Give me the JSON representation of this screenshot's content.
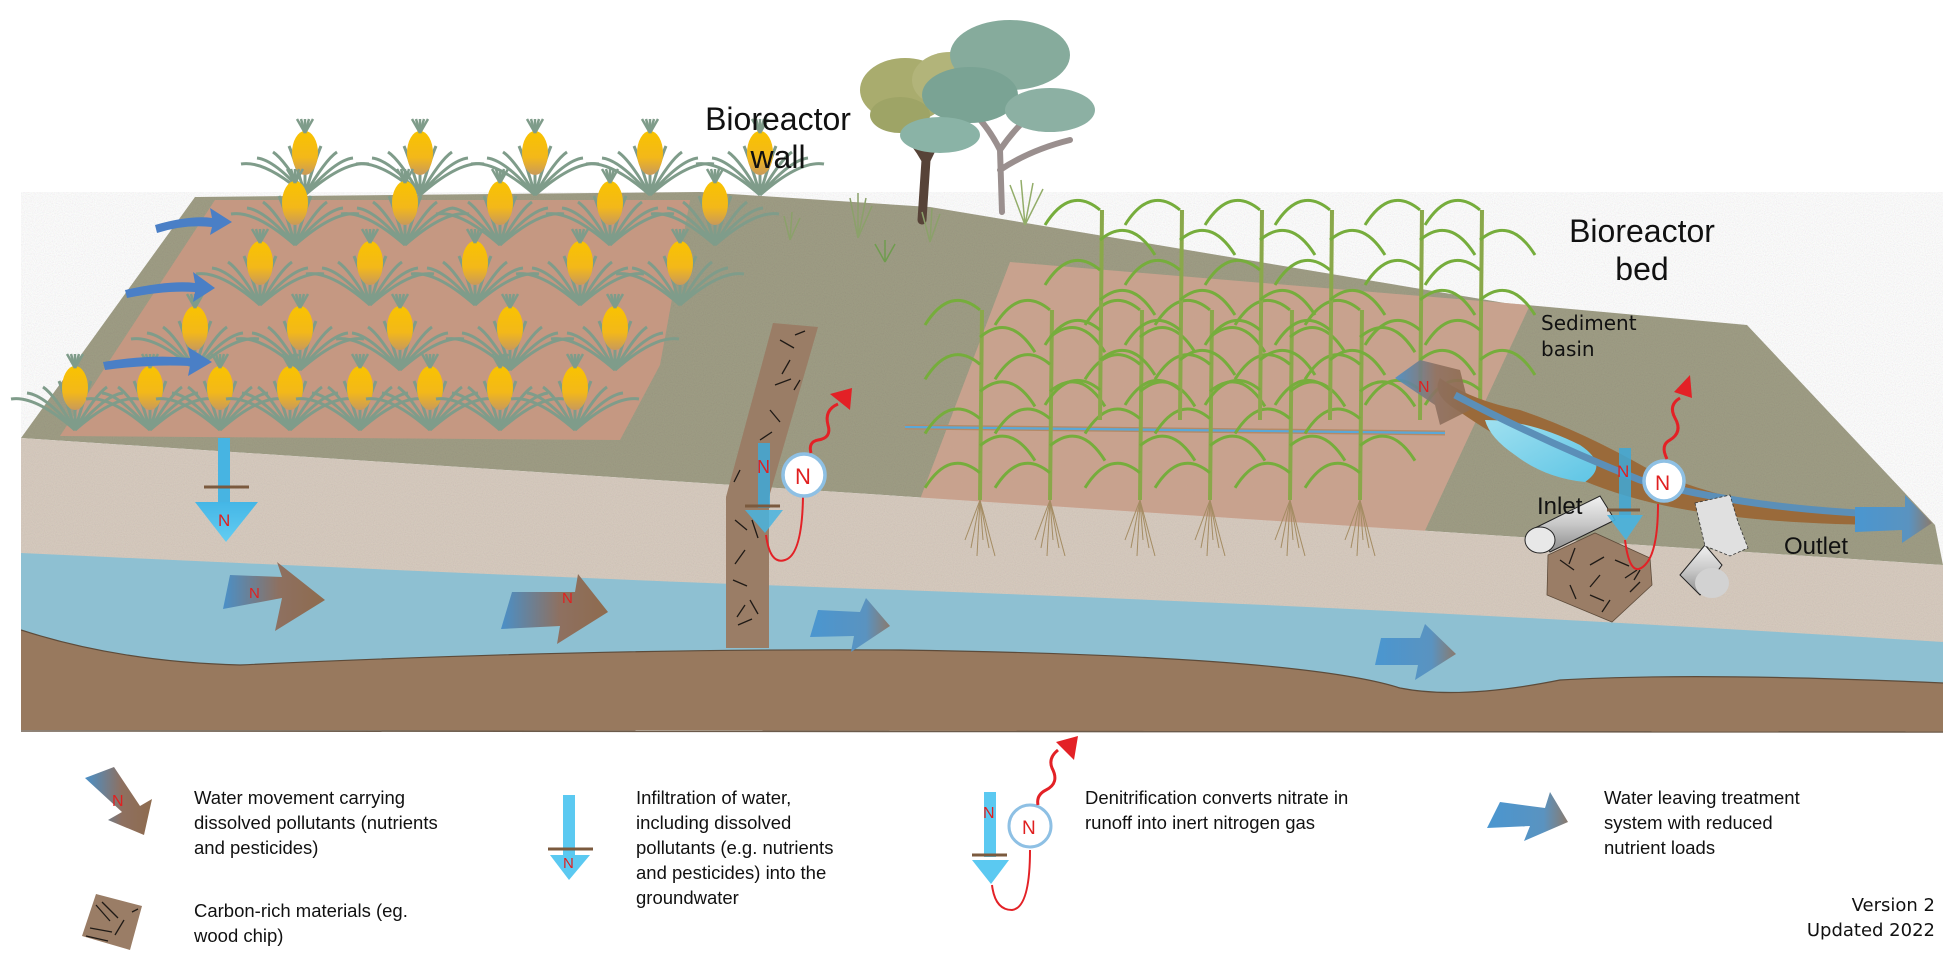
{
  "diagram": {
    "titles": {
      "wall": [
        "Bioreactor",
        "wall"
      ],
      "bed": [
        "Bioreactor",
        "bed"
      ]
    },
    "labels": {
      "sediment_basin": [
        "Sediment",
        "basin"
      ],
      "inlet": "Inlet",
      "outlet": "Outlet",
      "nitrogen_symbol": "N"
    },
    "features": {
      "crops_left": "pineapple-field",
      "crops_right": "sugarcane-field",
      "trees": "native-trees",
      "layers": [
        "topsoil",
        "unsaturated-zone",
        "groundwater",
        "bedrock"
      ]
    },
    "colors": {
      "surface_grass": "#9e9c84",
      "field_soil": "#c89a86",
      "unsaturated": "#d6cbbf",
      "groundwater": "#8fbfd0",
      "bedrock": "#977a5f",
      "woodchip": "#9a7d66",
      "infiltration": "#5bc7ee",
      "nitrogen_red": "#e32126",
      "flow_blue": "#4a90c8",
      "flow_brown": "#8e6b4e"
    }
  },
  "legend": {
    "items": [
      {
        "icon": "polluted-flow-arrow-icon",
        "text": [
          "Water movement carrying",
          "dissolved pollutants (nutrients",
          "and pesticides)"
        ]
      },
      {
        "icon": "woodchip-icon",
        "text": [
          "Carbon-rich materials (eg.",
          "wood chip)"
        ]
      },
      {
        "icon": "infiltration-arrow-icon",
        "text": [
          "Infiltration of water,",
          "including dissolved",
          "pollutants (e.g. nutrients",
          "and pesticides) into the",
          "groundwater"
        ]
      },
      {
        "icon": "denitrification-icon",
        "text": [
          "Denitrification converts nitrate in",
          "runoff into inert nitrogen gas"
        ]
      },
      {
        "icon": "clean-flow-arrow-icon",
        "text": [
          "Water leaving treatment",
          "system with reduced",
          "nutrient loads"
        ]
      }
    ]
  },
  "footer": {
    "version": "Version 2",
    "updated": "Updated 2022"
  }
}
